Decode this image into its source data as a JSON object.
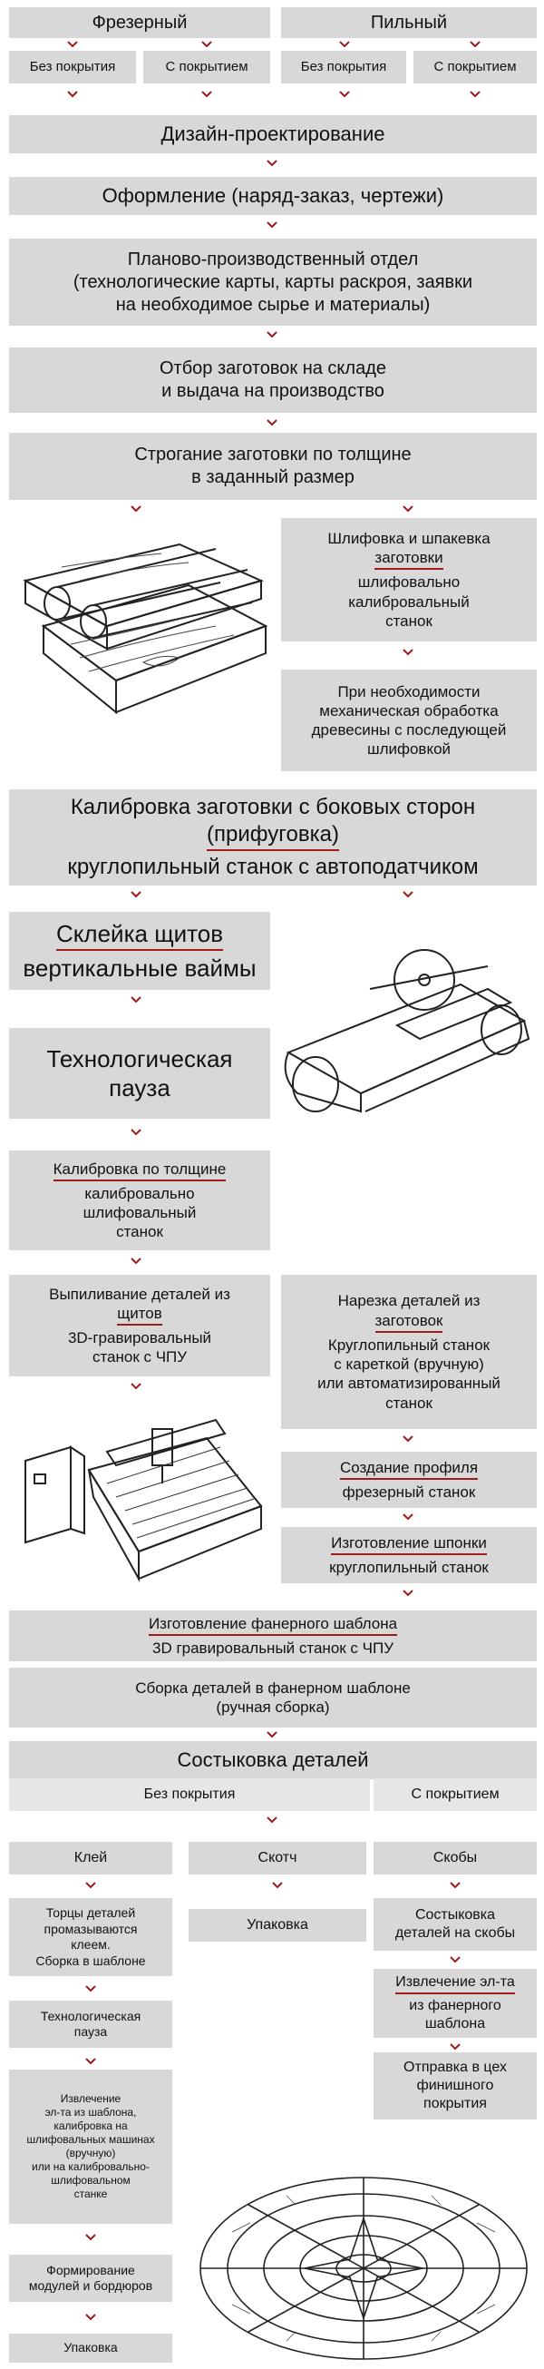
{
  "header": {
    "milling": "Фрезерный",
    "sawing": "Пильный",
    "no_coating": "Без покрытия",
    "with_coating": "С покрытием"
  },
  "steps": {
    "design": "Дизайн-проектирование",
    "paperwork": "Оформление (наряд-заказ, чертежи)",
    "planning_1": "Планово-производственный отдел",
    "planning_2": "(технологические карты, карты раскроя, заявки",
    "planning_3": "на необходимое сырье и материалы)",
    "warehouse_1": "Отбор заготовок на складе",
    "warehouse_2": "и выдача на производство",
    "planing_1": "Строгание заготовки по толщине",
    "planing_2": "в заданный размер",
    "sanding_title_1": "Шлифовка и шпакевка",
    "sanding_title_2": "заготовки",
    "sanding_tool_1": "шлифовально",
    "sanding_tool_2": "калибровальный",
    "sanding_tool_3": "станок",
    "mech_1": "При необходимости",
    "mech_2": "механическая обработка",
    "mech_3": "древесины с последующей",
    "mech_4": "шлифовкой",
    "calib_side_1": "Калибровка заготовки с боковых сторон",
    "calib_side_2": "(прифуговка)",
    "calib_side_3": "круглопильный станок с автоподатчиком",
    "glue_1": "Склейка щитов",
    "glue_2": "вертикальные ваймы",
    "pause_1": "Технологическая",
    "pause_2": "пауза",
    "calib_thick_title": "Калибровка по толщине",
    "calib_thick_1": "калибровально",
    "calib_thick_2": "шлифовальный",
    "calib_thick_3": "станок",
    "cut_title_1": "Выпиливание деталей из",
    "cut_title_2": "щитов",
    "cut_tool_1": "3D-гравировальный",
    "cut_tool_2": "станок с ЧПУ",
    "slice_title_1": "Нарезка деталей из",
    "slice_title_2": "заготовок",
    "slice_tool_1": "Круглопильный станок",
    "slice_tool_2": "с кареткой (вручную)",
    "slice_tool_3": "или автоматизированный",
    "slice_tool_4": "станок",
    "profile_title": "Создание профиля",
    "profile_tool": "фрезерный станок",
    "veneer_title": "Изготовление шпонки",
    "veneer_tool": "круглопильный станок",
    "template_title": "Изготовление фанерного шаблона",
    "template_tool": "3D гравировальный станок с ЧПУ",
    "assembly_1": "Сборка деталей  в фанерном шаблоне",
    "assembly_2": "(ручная сборка)",
    "joining": "Состыковка деталей",
    "branch_no_coating": "Без покрытия",
    "branch_with_coating": "С покрытием",
    "glue": "Клей",
    "tape": "Скотч",
    "staples": "Скобы",
    "ends_1": "Торцы деталей",
    "ends_2": "промазываются",
    "ends_3": "клеем.",
    "ends_4": "Сборка в шаблоне",
    "packing_mid": "Упаковка",
    "staple_join_1": "Состыковка",
    "staple_join_2": "деталей на скобы",
    "pause2_1": "Технологическая",
    "pause2_2": "пауза",
    "extract_right_1": "Извлечение эл-та",
    "extract_right_2": "из фанерного",
    "extract_right_3": "шаблона",
    "extract_left_1": "Извлечение",
    "extract_left_2": "эл-та из шаблона,",
    "extract_left_3": "калибровка на",
    "extract_left_4": "шлифовальных машинах",
    "extract_left_5": "(вручную)",
    "extract_left_6": "или на калибровально-",
    "extract_left_7": "шлифовальном",
    "extract_left_8": "станке",
    "ship_1": "Отправка в цех",
    "ship_2": "финишного",
    "ship_3": "покрытия",
    "forming_1": "Формирование",
    "forming_2": "модулей и бордюров",
    "packing_left": "Упаковка"
  },
  "colors": {
    "box_fill": "#d8d8d8",
    "accent": "#a01a1a",
    "text": "#111111"
  }
}
